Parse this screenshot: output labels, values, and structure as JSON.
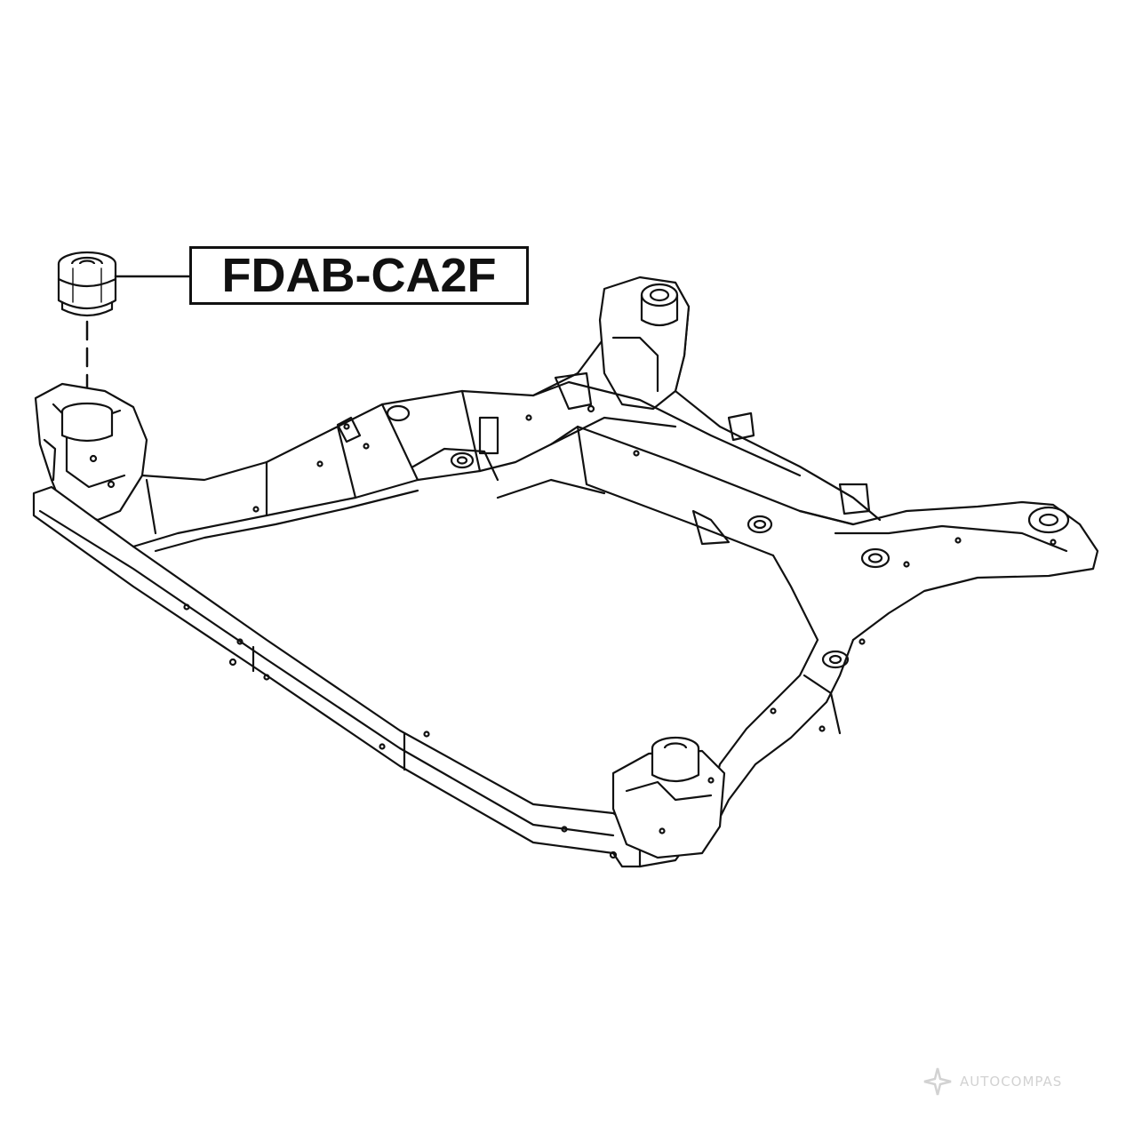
{
  "part": {
    "number": "FDAB-CA2F"
  },
  "watermark": {
    "text": "AUTOCOMPAS",
    "icon": "autocompas-logo"
  },
  "diagram": {
    "subject": "front subframe",
    "highlighted_part": "subframe bushing",
    "line_color": "#111111",
    "background": "#ffffff"
  }
}
